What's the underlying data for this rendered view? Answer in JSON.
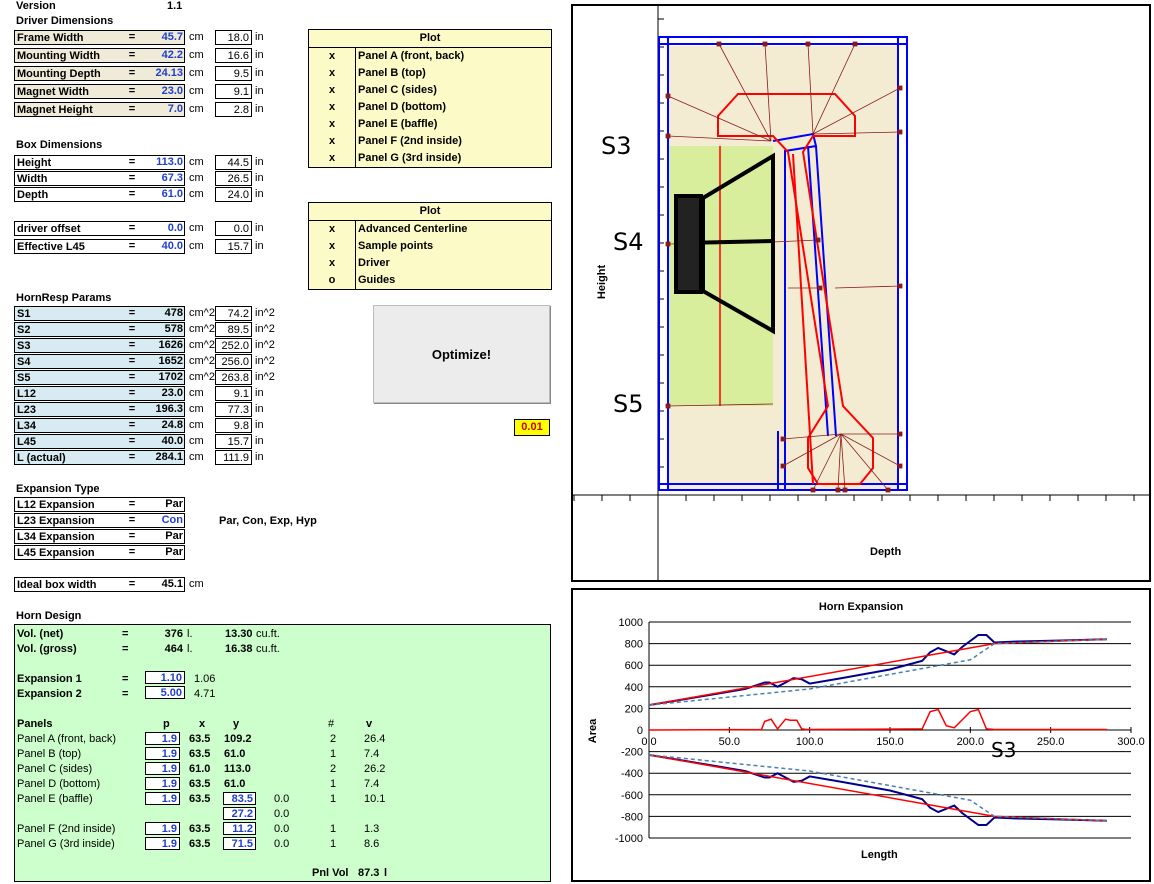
{
  "version": {
    "label": "Version",
    "value": "1.1"
  },
  "driver_dims": {
    "title": "Driver Dimensions",
    "rows": [
      {
        "name": "Frame Width",
        "eq": "=",
        "val": "45.7",
        "unit": "cm",
        "val2": "18.0",
        "unit2": "in"
      },
      {
        "name": "Mounting Width",
        "eq": "=",
        "val": "42.2",
        "unit": "cm",
        "val2": "16.6",
        "unit2": "in"
      },
      {
        "name": "Mounting Depth",
        "eq": "=",
        "val": "24.13",
        "unit": "cm",
        "val2": "9.5",
        "unit2": "in"
      },
      {
        "name": "Magnet Width",
        "eq": "=",
        "val": "23.0",
        "unit": "cm",
        "val2": "9.1",
        "unit2": "in"
      },
      {
        "name": "Magnet Height",
        "eq": "=",
        "val": "7.0",
        "unit": "cm",
        "val2": "2.8",
        "unit2": "in"
      }
    ]
  },
  "box_dims": {
    "title": "Box Dimensions",
    "rows": [
      {
        "name": "Height",
        "eq": "=",
        "val": "113.0",
        "unit": "cm",
        "val2": "44.5",
        "unit2": "in"
      },
      {
        "name": "Width",
        "eq": "=",
        "val": "67.3",
        "unit": "cm",
        "val2": "26.5",
        "unit2": "in"
      },
      {
        "name": "Depth",
        "eq": "=",
        "val": "61.0",
        "unit": "cm",
        "val2": "24.0",
        "unit2": "in"
      }
    ]
  },
  "offset": {
    "rows": [
      {
        "name": "driver offset",
        "eq": "=",
        "val": "0.0",
        "unit": "cm",
        "val2": "0.0",
        "unit2": "in"
      },
      {
        "name": "Effective L45",
        "eq": "=",
        "val": "40.0",
        "unit": "cm",
        "val2": "15.7",
        "unit2": "in"
      }
    ]
  },
  "hornresp": {
    "title": "HornResp Params",
    "rows": [
      {
        "name": "S1",
        "eq": "=",
        "val": "478",
        "unit": "cm^2",
        "val2": "74.2",
        "unit2": "in^2"
      },
      {
        "name": "S2",
        "eq": "=",
        "val": "578",
        "unit": "cm^2",
        "val2": "89.5",
        "unit2": "in^2"
      },
      {
        "name": "S3",
        "eq": "=",
        "val": "1626",
        "unit": "cm^2",
        "val2": "252.0",
        "unit2": "in^2"
      },
      {
        "name": "S4",
        "eq": "=",
        "val": "1652",
        "unit": "cm^2",
        "val2": "256.0",
        "unit2": "in^2"
      },
      {
        "name": "S5",
        "eq": "=",
        "val": "1702",
        "unit": "cm^2",
        "val2": "263.8",
        "unit2": "in^2"
      },
      {
        "name": "L12",
        "eq": "=",
        "val": "23.0",
        "unit": "cm",
        "val2": "9.1",
        "unit2": "in"
      },
      {
        "name": "L23",
        "eq": "=",
        "val": "196.3",
        "unit": "cm",
        "val2": "77.3",
        "unit2": "in"
      },
      {
        "name": "L34",
        "eq": "=",
        "val": "24.8",
        "unit": "cm",
        "val2": "9.8",
        "unit2": "in"
      },
      {
        "name": "L45",
        "eq": "=",
        "val": "40.0",
        "unit": "cm",
        "val2": "15.7",
        "unit2": "in"
      },
      {
        "name": "L (actual)",
        "eq": "=",
        "val": "284.1",
        "unit": "cm",
        "val2": "111.9",
        "unit2": "in"
      }
    ]
  },
  "expansion_type": {
    "title": "Expansion Type",
    "rows": [
      {
        "name": "L12 Expansion",
        "eq": "=",
        "val": "Par"
      },
      {
        "name": "L23 Expansion",
        "eq": "=",
        "val": "Con"
      },
      {
        "name": "L34 Expansion",
        "eq": "=",
        "val": "Par"
      },
      {
        "name": "L45 Expansion",
        "eq": "=",
        "val": "Par"
      }
    ],
    "hint": "Par, Con, Exp, Hyp"
  },
  "ideal": {
    "name": "Ideal box width",
    "eq": "=",
    "val": "45.1",
    "unit": "cm"
  },
  "plot1": {
    "title": "Plot",
    "items": [
      {
        "mark": "x",
        "label": "Panel A (front, back)"
      },
      {
        "mark": "x",
        "label": "Panel B (top)"
      },
      {
        "mark": "x",
        "label": "Panel C (sides)"
      },
      {
        "mark": "x",
        "label": "Panel D (bottom)"
      },
      {
        "mark": "x",
        "label": "Panel E (baffle)"
      },
      {
        "mark": "x",
        "label": "Panel F (2nd inside)"
      },
      {
        "mark": "x",
        "label": "Panel G (3rd inside)"
      }
    ]
  },
  "plot2": {
    "title": "Plot",
    "items": [
      {
        "mark": "x",
        "label": "Advanced Centerline"
      },
      {
        "mark": "x",
        "label": "Sample points"
      },
      {
        "mark": "x",
        "label": "Driver"
      },
      {
        "mark": "o",
        "label": "Guides"
      }
    ]
  },
  "optimize_label": "Optimize!",
  "result_value": "0.01",
  "horn_design": {
    "title": "Horn Design",
    "vol_net": {
      "label": "Vol. (net)",
      "eq": "=",
      "val": "376",
      "u": "l.",
      "val2": "13.30",
      "u2": "cu.ft."
    },
    "vol_gross": {
      "label": "Vol. (gross)",
      "eq": "=",
      "val": "464",
      "u": "l.",
      "val2": "16.38",
      "u2": "cu.ft."
    },
    "exp1": {
      "label": "Expansion 1",
      "eq": "=",
      "val": "1.10",
      "val2": "1.06"
    },
    "exp2": {
      "label": "Expansion 2",
      "eq": "=",
      "val": "5.00",
      "val2": "4.71"
    },
    "headers": {
      "panels": "Panels",
      "p": "p",
      "x": "x",
      "y": "y",
      "n": "#",
      "v": "v"
    },
    "panels": [
      {
        "name": "Panel A (front, back)",
        "p": "1.9",
        "x": "63.5",
        "y": "109.2",
        "extra": "",
        "n": "2",
        "v": "26.4"
      },
      {
        "name": "Panel B (top)",
        "p": "1.9",
        "x": "63.5",
        "y": "61.0",
        "extra": "",
        "n": "1",
        "v": "7.4"
      },
      {
        "name": "Panel C (sides)",
        "p": "1.9",
        "x": "61.0",
        "y": "113.0",
        "extra": "",
        "n": "2",
        "v": "26.2"
      },
      {
        "name": "Panel D (bottom)",
        "p": "1.9",
        "x": "63.5",
        "y": "61.0",
        "extra": "",
        "n": "1",
        "v": "7.4"
      },
      {
        "name": "Panel E (baffle)",
        "p": "1.9",
        "x": "63.5",
        "y": "83.5",
        "extra": "0.0",
        "n": "1",
        "v": "10.1"
      },
      {
        "name": "",
        "p": "",
        "x": "",
        "y": "27.2",
        "extra": "0.0",
        "n": "",
        "v": ""
      },
      {
        "name": "Panel F (2nd inside)",
        "p": "1.9",
        "x": "63.5",
        "y": "11.2",
        "extra": "0.0",
        "n": "1",
        "v": "1.3"
      },
      {
        "name": "Panel G (3rd inside)",
        "p": "1.9",
        "x": "63.5",
        "y": "71.5",
        "extra": "0.0",
        "n": "1",
        "v": "8.6"
      }
    ],
    "pnl_vol": {
      "label": "Pnl Vol",
      "val": "87.3",
      "u": "l"
    }
  },
  "diagram": {
    "ylabel": "Height",
    "xlabel": "Depth",
    "annotations": [
      "S3",
      "S4",
      "S5"
    ]
  },
  "chart_data": {
    "type": "line",
    "title": "Horn Expansion",
    "xlabel": "Length",
    "ylabel": "Area",
    "xlim": [
      0,
      300
    ],
    "ylim": [
      -1000,
      1000
    ],
    "xticks": [
      "0.0",
      "50.0",
      "100.0",
      "150.0",
      "200.0",
      "250.0",
      "300.0"
    ],
    "yticks": [
      "1000",
      "800",
      "600",
      "400",
      "200",
      "0",
      "-200",
      "-400",
      "-600",
      "-800",
      "-1000"
    ],
    "annotation": "S3",
    "series": [
      {
        "color": "#00008b",
        "dash": false,
        "x": [
          0,
          20,
          40,
          60,
          72,
          75,
          80,
          85,
          90,
          95,
          100,
          120,
          150,
          170,
          175,
          180,
          190,
          195,
          205,
          210,
          215,
          230,
          260,
          285
        ],
        "values": [
          230,
          280,
          330,
          380,
          440,
          440,
          400,
          440,
          480,
          470,
          430,
          480,
          560,
          640,
          720,
          760,
          700,
          770,
          880,
          880,
          810,
          820,
          830,
          840
        ]
      },
      {
        "color": "#00008b",
        "dash": false,
        "x": [
          0,
          20,
          40,
          60,
          72,
          75,
          80,
          85,
          90,
          95,
          100,
          120,
          150,
          170,
          175,
          180,
          190,
          195,
          205,
          210,
          215,
          230,
          260,
          285
        ],
        "values": [
          -230,
          -280,
          -330,
          -380,
          -440,
          -440,
          -400,
          -440,
          -480,
          -470,
          -430,
          -480,
          -560,
          -640,
          -720,
          -760,
          -700,
          -770,
          -880,
          -880,
          -810,
          -820,
          -830,
          -840
        ]
      },
      {
        "color": "#ff0000",
        "dash": false,
        "x": [
          0,
          215,
          285
        ],
        "values": [
          230,
          800,
          840
        ]
      },
      {
        "color": "#ff0000",
        "dash": false,
        "x": [
          0,
          215,
          285
        ],
        "values": [
          -230,
          -800,
          -840
        ]
      },
      {
        "color": "#4682b4",
        "dash": true,
        "x": [
          0,
          100,
          200,
          215,
          285
        ],
        "values": [
          230,
          380,
          650,
          800,
          840
        ]
      },
      {
        "color": "#4682b4",
        "dash": true,
        "x": [
          0,
          100,
          200,
          215,
          285
        ],
        "values": [
          -230,
          -380,
          -650,
          -800,
          -840
        ]
      },
      {
        "color": "#ff0000",
        "dash": false,
        "x": [
          0,
          70,
          72,
          76,
          80,
          85,
          88,
          92,
          95,
          98,
          170,
          175,
          180,
          185,
          190,
          200,
          205,
          210,
          215,
          285
        ],
        "values": [
          0,
          5,
          80,
          100,
          10,
          100,
          90,
          90,
          10,
          5,
          10,
          170,
          190,
          40,
          20,
          170,
          190,
          10,
          5,
          5
        ]
      }
    ]
  }
}
